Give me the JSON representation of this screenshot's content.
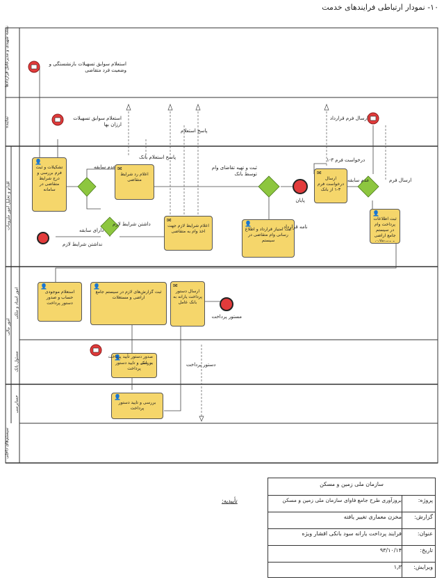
{
  "title": "۱۰- نمودار ارتباطی فرایندهای خدمت",
  "lanes": {
    "l1": "نقشه شهیدی و مدیرعامل قراردادها",
    "l2": "نماینده",
    "l3": "اقدام و تحلیل امور ملزومات",
    "l4": "امور اسناد و ملکی",
    "l5": "مسئول بانک",
    "l6": "حسابرسی",
    "l7": "امور مالی",
    "l8": "سیستم‌های داخلی"
  },
  "events": {
    "e1": "استعلام سوابق تسهیلات بازنشستگی و وضعیت فرد متقاضی",
    "e2": "استعلام سوابق تسهیلات ارزان بها",
    "e3": "ارسال فرم قرارداد",
    "end1": "پایان",
    "end2": "مستور پرداخت"
  },
  "tasks": {
    "t1": "تشکیلات و ثبت فرم بررسی و درج شرایط متقاضی در سامانه",
    "t2": "اعلام رد شرایط متقاضی",
    "t3": "ارسال درخواست فرم ۳-۱ از بانک",
    "t4": "ثبت اطلاعات پرداخت وام در سیستم جامع اراضی و مستغلات",
    "t5": "اعلام شرایط لازم جهت اخذ وام به متقاضی",
    "t6": "ثبت امتیاز قرارداد و اطلاع رسانی وام متقاضی در سیستم",
    "t7": "استعلام موجودی حساب و صدور دستور پرداخت",
    "t8": "ثبت گزارش‌های لازم در سیستم جامع اراضی و مستغلات",
    "t9": "ارسال دستور پرداخت یارانه به بانک عامل",
    "t10": "بررسی و تأیید دستور پرداخت",
    "t11": "بررسی و تأیید دستور پرداخت"
  },
  "labels": {
    "a1": "عدم سابقه",
    "a2": "دارای سابقه",
    "a3": "پاسخ استعلام بانک",
    "a4": "پاسخ استعلام",
    "a5": "ثبت و تهیه تقاضای وام توسط بانک",
    "a6": "درخواست فرم ۳-۱",
    "a7": "عدم سابقه",
    "a8": "نداشتن شرایط لازم",
    "a9": "داشتن شرایط لازم",
    "a10": "صدور دستور تأیید پرداخت به بانک",
    "a11": "دستور پرداخت",
    "a12": "نامه قرارداد",
    "a13": "ارسال فرم"
  },
  "info": {
    "org": "سازمان ملی زمین و مسکن",
    "project_label": "پروژه:",
    "project": "بروزآوری طرح جامع فاوای سازمان ملی زمین و مسکن",
    "report_label": "گزارش:",
    "report": "مخزن معماری تغییر یافته",
    "topic_label": "عنوان:",
    "topic": "فرایند پرداخت یارانه سود بانکی اقشار ویژه",
    "date_label": "تاریخ:",
    "date": "۹۳/۱۰/۱۴",
    "version_label": "ویرایش:",
    "version": "۱٫۳",
    "approve": "تأییدیه:"
  }
}
